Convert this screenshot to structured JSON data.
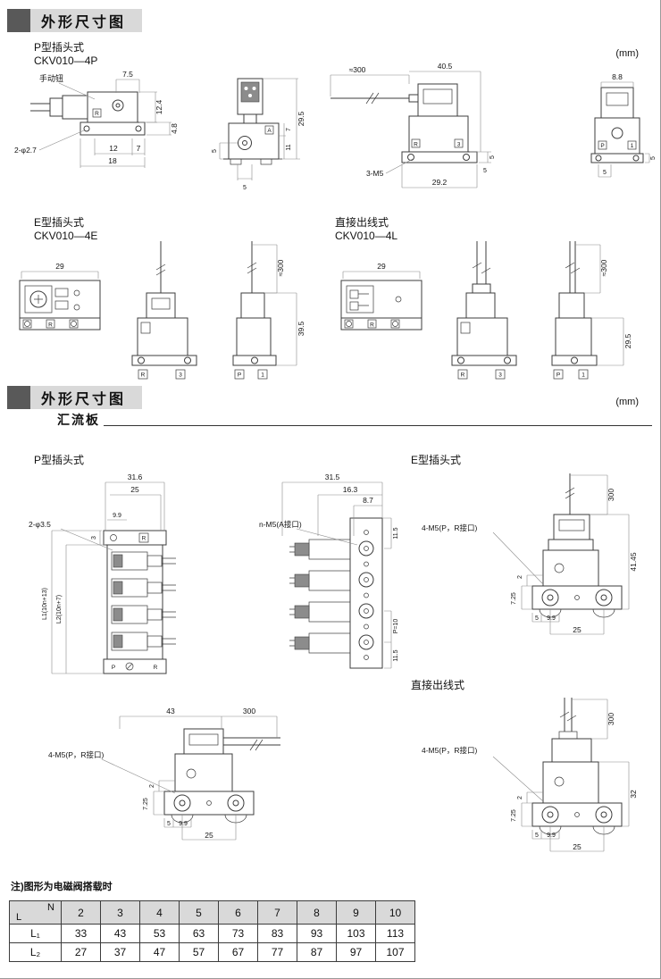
{
  "s1": {
    "title": "外形尺寸图",
    "units": "(mm)",
    "p_name": "P型插头式",
    "p_model": "CKV010—4P",
    "e_name": "E型插头式",
    "e_model": "CKV010—4E",
    "l_name": "直接出线式",
    "l_model": "CKV010—4L",
    "front": {
      "manual_btn": "手动钮",
      "d75": "7.5",
      "d124": "12.4",
      "d48": "4.8",
      "holes": "2-φ2.7",
      "d12": "12",
      "d7": "7",
      "d18": "18",
      "portR": "R"
    },
    "side": {
      "d295": "29.5",
      "d7": "7",
      "d11": "11",
      "d5l": "5",
      "d5b": "5",
      "portA": "A"
    },
    "cable": {
      "lead": "≈300",
      "d405": "40.5",
      "m5": "3-M5",
      "d292": "29.2",
      "d5r": "5",
      "d5b": "5",
      "portR": "R",
      "port3": "3"
    },
    "rear": {
      "d88": "8.8",
      "d5r": "5",
      "d5b": "5",
      "portP": "P",
      "port1": "1"
    },
    "etop": {
      "d29": "29",
      "portR": "R"
    },
    "efront": {
      "portR": "R",
      "port3": "3"
    },
    "eside": {
      "lead": "≈300",
      "d395": "39.5",
      "portP": "P",
      "port1": "1"
    },
    "ltop": {
      "d29": "29",
      "portR": "R"
    },
    "lfront": {
      "portR": "R",
      "port3": "3"
    },
    "lside": {
      "lead": "≈300",
      "d295": "29.5",
      "portP": "P",
      "port1": "1"
    }
  },
  "s2": {
    "title": "外形尺寸图",
    "units": "(mm)",
    "manifold": "汇流板",
    "p_name": "P型插头式",
    "e_name": "E型插头式",
    "l_name": "直接出线式",
    "pfront": {
      "d316": "31.6",
      "d25": "25",
      "holes": "2-φ3.5",
      "d99": "9.9",
      "d3": "3",
      "L1": "L1(10n+13)",
      "L2": "L2(10n+7)",
      "portP": "P",
      "portR": "R"
    },
    "pside": {
      "d315": "31.5",
      "d163": "16.3",
      "d87": "8.7",
      "m5": "n-M5(A接口)",
      "d115a": "11.5",
      "p10": "P=10",
      "d115b": "11.5"
    },
    "e": {
      "m5": "4-M5(P，R接口)",
      "lead": "300",
      "d4145": "41.45",
      "d725": "7.25",
      "d2": "2",
      "d5": "5",
      "d99": "9.9",
      "d25": "25"
    },
    "l_left": {
      "d43": "43",
      "lead": "300",
      "m5": "4-M5(P，R接口)",
      "d725": "7.25",
      "d2": "2",
      "d5": "5",
      "d99": "9.9",
      "d25": "25"
    },
    "l_right": {
      "m5": "4-M5(P，R接口)",
      "lead": "300",
      "d32": "32",
      "d725": "7.25",
      "d2": "2",
      "d5": "5",
      "d99": "9.9",
      "d25": "25"
    }
  },
  "note": "注)图形为电磁阀搭载时",
  "table": {
    "corner_n": "N",
    "corner_l": "L",
    "cols": [
      "2",
      "3",
      "4",
      "5",
      "6",
      "7",
      "8",
      "9",
      "10"
    ],
    "row1_label": "L₁",
    "row1": [
      "33",
      "43",
      "53",
      "63",
      "73",
      "83",
      "93",
      "103",
      "113"
    ],
    "row2_label": "L₂",
    "row2": [
      "27",
      "37",
      "47",
      "57",
      "67",
      "77",
      "87",
      "97",
      "107"
    ]
  }
}
